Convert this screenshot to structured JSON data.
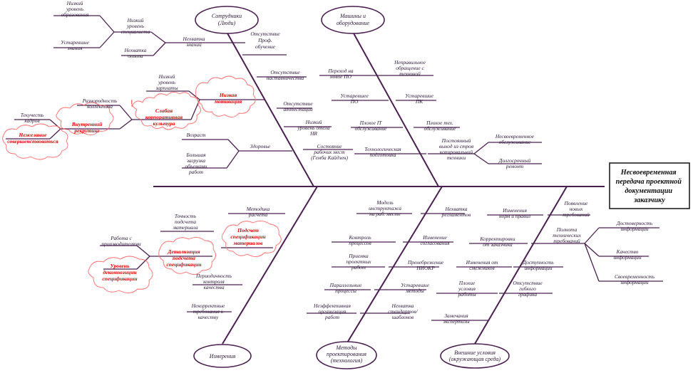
{
  "effect": [
    "Несвоевременная",
    "передача проектной",
    "документации",
    "заказчику"
  ],
  "categories": {
    "staff": [
      "Сотрудники",
      "(Люди)"
    ],
    "machines": [
      "Машины и",
      "оборудование"
    ],
    "measurements": [
      "Измерения"
    ],
    "methods": [
      "Методы",
      "проектирования",
      "(технология)"
    ],
    "environment": [
      "Внешние условия",
      "(окружающая среда)"
    ]
  },
  "causes": {
    "low_education": [
      "Низкий",
      "уровень",
      "образования"
    ],
    "outdated_knowledge": [
      "Устаревшие",
      "знания"
    ],
    "low_specialist": [
      "Низкий",
      "уровень",
      "специалиста"
    ],
    "lack_experience": [
      "Нехватка",
      "опыта"
    ],
    "lack_knowledge": [
      "Нехватка",
      "знаний"
    ],
    "no_training": [
      "Отсутствие",
      "Проф.",
      "обучение"
    ],
    "no_mentoring": [
      "Отсутствие",
      "наставничества"
    ],
    "low_salary": [
      "Низкий",
      "уровень",
      "зарплаты"
    ],
    "low_motivation": [
      "Низкая",
      "мотивация"
    ],
    "team_diversity": [
      "Разнородность",
      "коллектива"
    ],
    "weak_culture": [
      "Слабая",
      "корпоративная",
      "культура"
    ],
    "no_certification": [
      "Отсутствие",
      "аттестации"
    ],
    "staff_turnover": [
      "Текучесть",
      "кадров"
    ],
    "internal_recruiting": [
      "Внутренний",
      "рекрутинг"
    ],
    "no_self_improvement": [
      "Нежелание",
      "совершенствоваться"
    ],
    "low_hr": [
      "Низкий",
      "уровень отела",
      "HR"
    ],
    "age": [
      "Возраст"
    ],
    "health": [
      "Здоровье"
    ],
    "high_workload": [
      "Большая",
      "загрузка",
      "объемами",
      "работ"
    ],
    "workplace_state": [
      "Состояние",
      "рабочих мест",
      "(Гемба Кайдзен)"
    ],
    "new_software": [
      "Переход на",
      "новое ПО"
    ],
    "wrong_handling": [
      "Неправильное",
      "обращение с",
      "техникой"
    ],
    "outdated_software": [
      "Устаревшее",
      "ПО"
    ],
    "outdated_pc": [
      "Устаревшие",
      "ПК"
    ],
    "poor_it": [
      "Плохое IT",
      "обслуживание"
    ],
    "poor_tech": [
      "Плохое тех.",
      "обслуживание"
    ],
    "tech_prep": [
      "Технологическая",
      "подготовка"
    ],
    "failure": [
      "Постоянный",
      "выход из строя",
      "копировальной",
      "техники"
    ],
    "late_service": [
      "Несвоевременное",
      "обслуживание"
    ],
    "long_repair": [
      "Долгосрочный",
      "ремонт"
    ],
    "calc_accuracy": [
      "Точность",
      "подсчета",
      "материала"
    ],
    "calc_method": [
      "Методика",
      "расчета"
    ],
    "work_manufacturers": [
      "Работа с",
      "производителями"
    ],
    "detail_calc": [
      "Детализация",
      "подсчета",
      "спецификации"
    ],
    "spec_calc": [
      "Подсчет",
      "спецификации",
      "материалов"
    ],
    "decomp_level": [
      "Уровень",
      "декомпозиции",
      "спецификации"
    ],
    "control_frequency": [
      "Периодичность",
      "контроля",
      "качества"
    ],
    "incorrect_req": [
      "Некорректные",
      "требования к",
      "качеству"
    ],
    "instruction_model": [
      "Модель",
      "инструктажа",
      "на раб. месте"
    ],
    "no_regulations": [
      "Нехватка",
      "регламентов"
    ],
    "process_control": [
      "Контроль",
      "процессов"
    ],
    "approval_changes": [
      "Изменение",
      "согласования"
    ],
    "work_acceptance": [
      "Приемка",
      "проектных",
      "работ"
    ],
    "rd_neglect": [
      "Пренебрежение",
      "НИОКР"
    ],
    "parallel_processes": [
      "Параллельные",
      "процессы"
    ],
    "outdated_methods": [
      "Устаревшие",
      "методы"
    ],
    "bad_organization": [
      "Неэффективная",
      "организация",
      "работ"
    ],
    "no_standards": [
      "Нехватка",
      "стандартов/",
      "шаблонов"
    ],
    "norm_changes": [
      "Изменения",
      "норм и правил"
    ],
    "new_requirements": [
      "Появление",
      "новых",
      "требований"
    ],
    "customer_adjust": [
      "Корректировки",
      "от заказчика"
    ],
    "requirements_completeness": [
      "Полнота",
      "технических",
      "требований"
    ],
    "related_changes": [
      "Изменения от",
      "смежников"
    ],
    "info_availability": [
      "Доступность",
      "информации"
    ],
    "bad_conditions": [
      "Плохие",
      "условия",
      "работы"
    ],
    "no_flexible": [
      "Отсутствие",
      "гибкого",
      "графика"
    ],
    "expert_delays": [
      "Замечания",
      "экспертизы"
    ],
    "info_reliability": [
      "Достоверность",
      "информации"
    ],
    "info_quality": [
      "Качество",
      "информации"
    ],
    "info_timeliness": [
      "Своевременность",
      "информации"
    ]
  }
}
